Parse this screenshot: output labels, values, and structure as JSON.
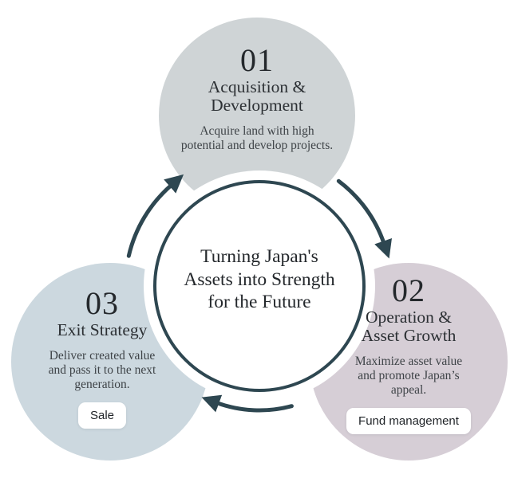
{
  "center": {
    "title": "Turning Japan's\nAssets into Strength\nfor the Future"
  },
  "steps": {
    "acquisition": {
      "number": "01",
      "title": "Acquisition &\nDevelopment",
      "desc": "Acquire land with high\npotential and develop projects."
    },
    "operation": {
      "number": "02",
      "title": "Operation &\nAsset Growth",
      "desc": "Maximize asset value\nand promote Japan’s\nappeal.",
      "tag": "Fund management"
    },
    "exit": {
      "number": "03",
      "title": "Exit Strategy",
      "desc": "Deliver created value\nand pass it to the next\ngeneration.",
      "tag": "Sale"
    }
  },
  "colors": {
    "accent": "#2e4751",
    "circle_top": "#cfd4d6",
    "circle_left": "#ccd8df",
    "circle_right": "#d6ced6",
    "heading_text": "#2c3034",
    "body_text": "#3e4347",
    "badge_bg": "#ffffff",
    "background": "#ffffff"
  }
}
